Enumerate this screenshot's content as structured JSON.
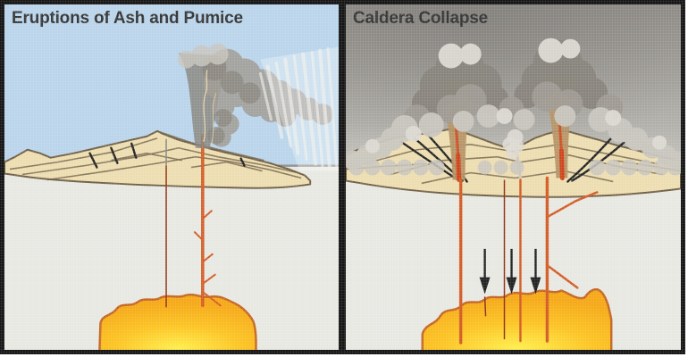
{
  "figure": {
    "description": "Two-panel cross-section diagram of a volcanic caldera-forming eruption"
  },
  "panels": [
    {
      "id": "left",
      "title": "Eruptions of Ash and Pumice"
    },
    {
      "id": "right",
      "title": "Caldera Collapse"
    }
  ],
  "icons": {
    "collapse_arrows": "three downward arrows"
  },
  "colors": {
    "frame_border": "#0d0d0d",
    "panel_divider": "#0d0d0d",
    "title_color": "#2e2e2e",
    "left_sky": "#b7d3ea",
    "right_sky_top": "#8d8a85",
    "right_sky_dark": "#716e6a",
    "right_sky_bottom": "#c6c4be",
    "underground": "#e7e7e2",
    "ground_line": "#8d8d88",
    "volcano_fill": "#ecdcae",
    "volcano_outline": "#6b5a40",
    "fracture_black": "#1c1c1c",
    "ash_dark": "#837f77",
    "ash_mid": "#9b978f",
    "ash_light": "#c7c4bc",
    "ashfall_streak": "#f4f2ec",
    "plume_column_tan": "#b28e60",
    "conduit_orange": "#d2571e",
    "conduit_dark_red": "#8f2c10",
    "magma_core": "#ffee45",
    "magma_mid": "#fcc21a",
    "magma_outer": "#f5a50d",
    "magma_outline": "#c2611c",
    "arrow": "#1a1a1a"
  }
}
